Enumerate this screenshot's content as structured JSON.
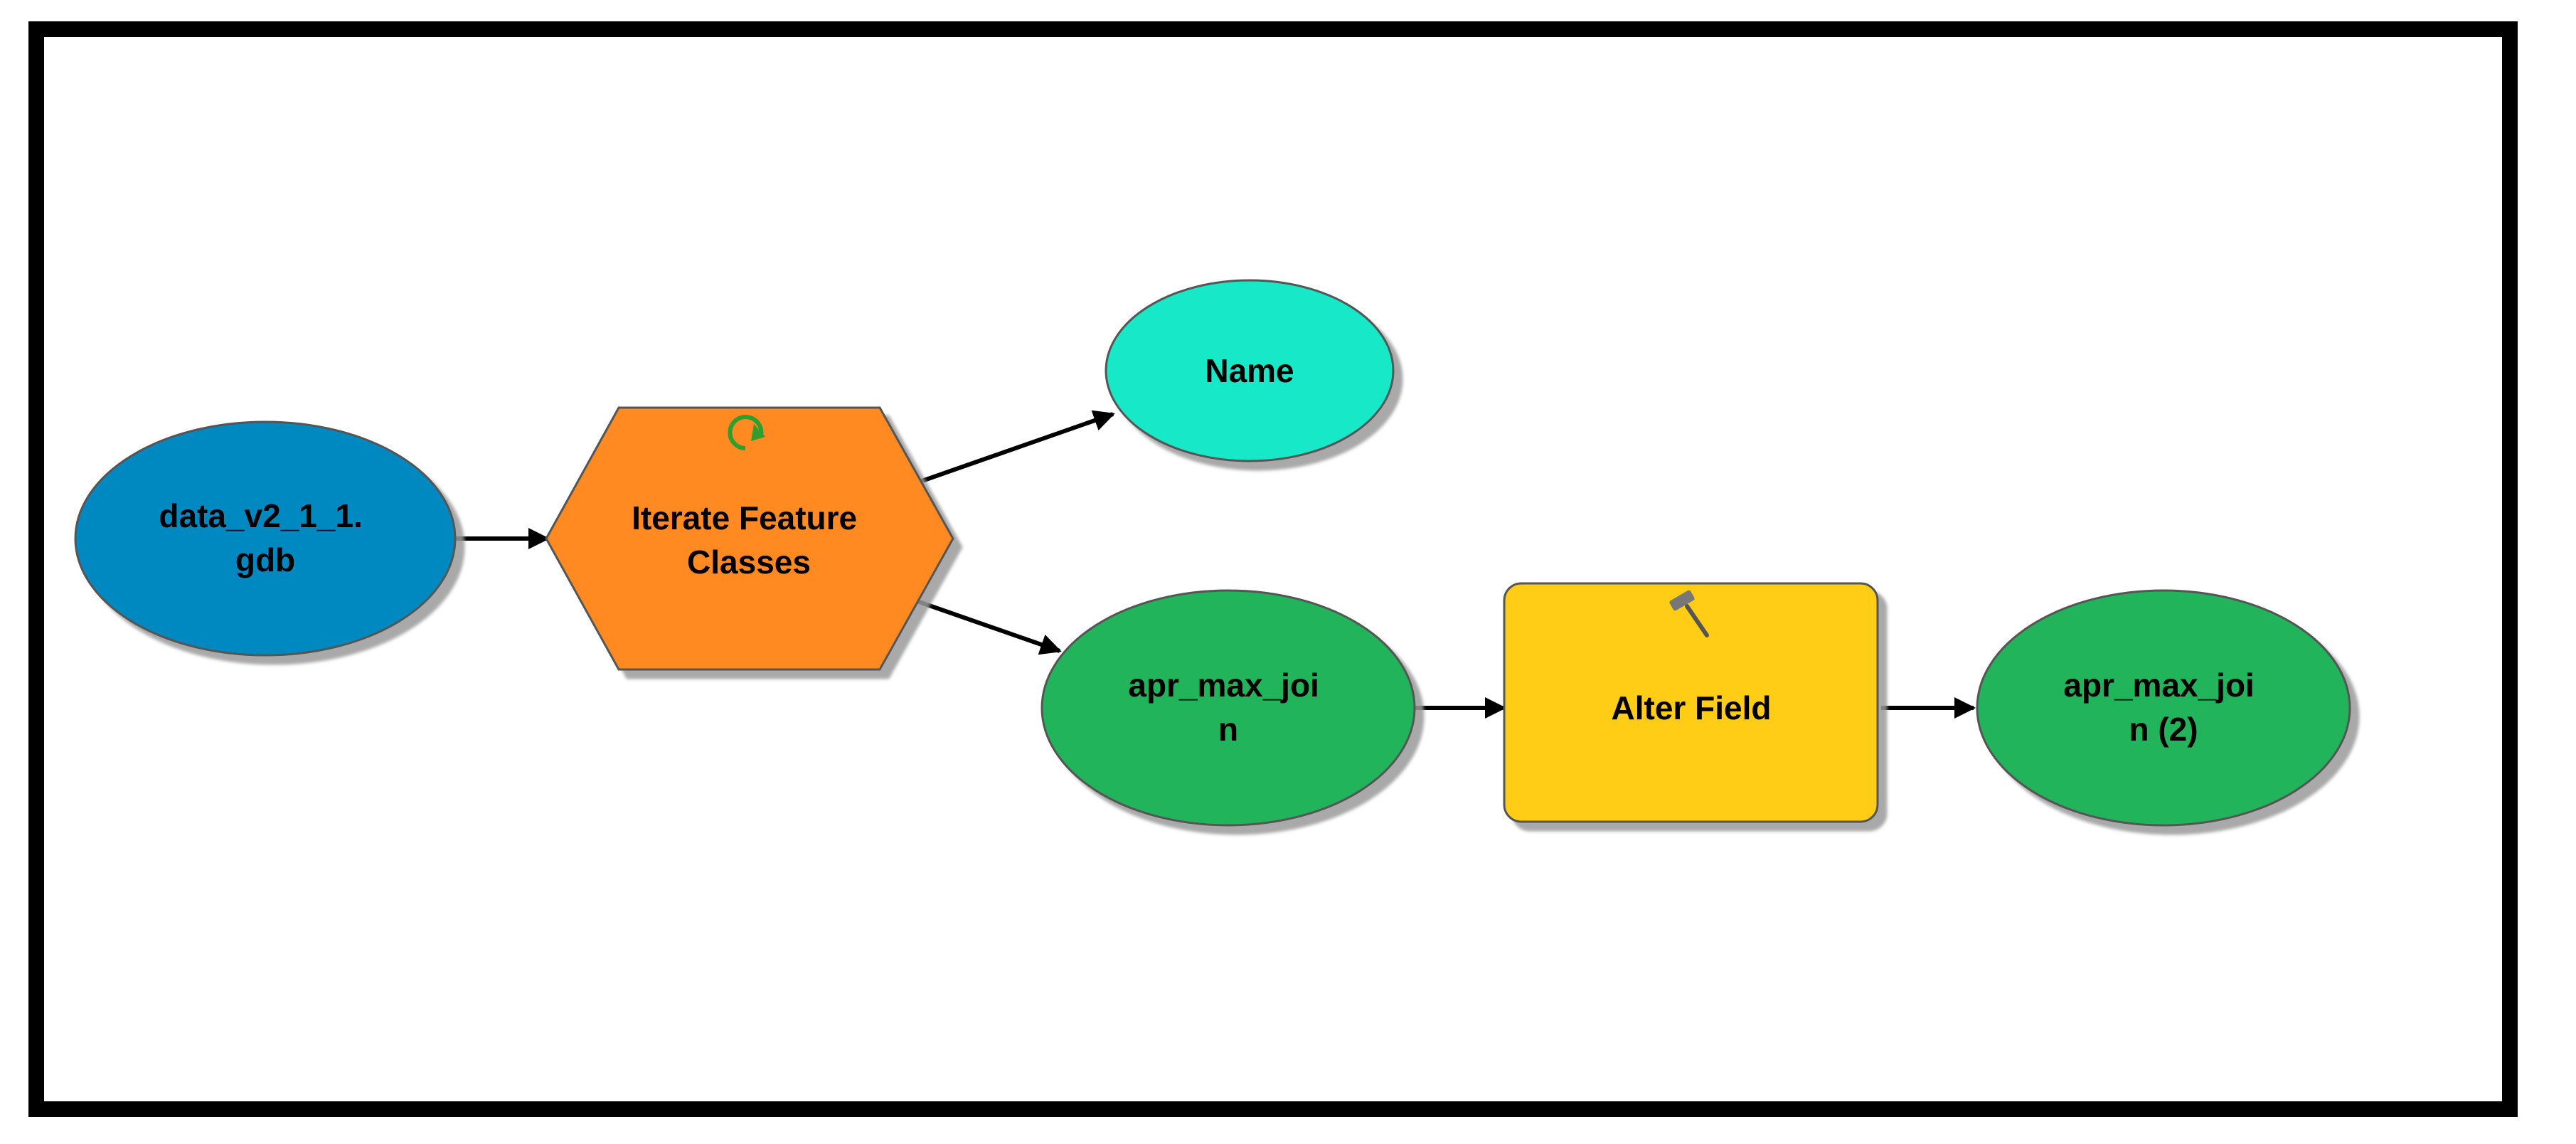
{
  "diagram": {
    "nodes": {
      "gdb": {
        "lines": [
          "data_v2_1_1.",
          "gdb"
        ],
        "color": "#0089C0"
      },
      "iterate": {
        "lines": [
          "Iterate Feature",
          "Classes"
        ],
        "color": "#FF8A22",
        "icon": "iterate-arrow-icon",
        "icon_color": "#2E9E2E"
      },
      "name": {
        "lines": [
          "Name"
        ],
        "color": "#14E8C8"
      },
      "join1": {
        "lines": [
          "apr_max_joi",
          "n"
        ],
        "color": "#22B45A"
      },
      "alter": {
        "lines": [
          "Alter Field"
        ],
        "color": "#FFCC14",
        "icon": "hammer-tool-icon"
      },
      "join2": {
        "lines": [
          "apr_max_joi",
          "n (2)"
        ],
        "color": "#22B45A"
      }
    },
    "connectors": [
      {
        "from": "gdb",
        "to": "iterate"
      },
      {
        "from": "iterate",
        "to": "name"
      },
      {
        "from": "iterate",
        "to": "join1"
      },
      {
        "from": "join1",
        "to": "alter"
      },
      {
        "from": "alter",
        "to": "join2"
      }
    ]
  }
}
